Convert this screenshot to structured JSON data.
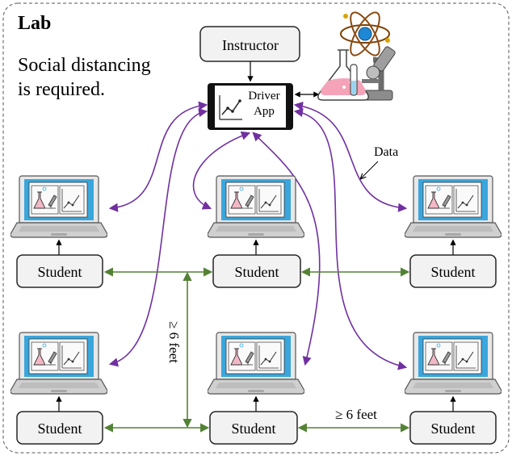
{
  "title": "Lab",
  "note_line1": "Social distancing",
  "note_line2": "is required.",
  "instructor_label": "Instructor",
  "driver_app_line1": "Driver",
  "driver_app_line2": "App",
  "data_label": "Data",
  "distance_vertical_label": "≥ 6 feet",
  "distance_horizontal_label": "≥ 6 feet",
  "students": [
    {
      "label": "Student"
    },
    {
      "label": "Student"
    },
    {
      "label": "Student"
    },
    {
      "label": "Student"
    },
    {
      "label": "Student"
    },
    {
      "label": "Student"
    }
  ],
  "colors": {
    "data_link": "#7030a0",
    "distance_link": "#548235",
    "box_fill": "#f2f2f2",
    "box_stroke": "#262626",
    "laptop_screen": "#3aa6dc",
    "laptop_body": "#c8c8c8"
  },
  "icons": [
    "atom-icon",
    "flask-icon",
    "microscope-icon",
    "line-chart-icon",
    "laptop-icon"
  ]
}
